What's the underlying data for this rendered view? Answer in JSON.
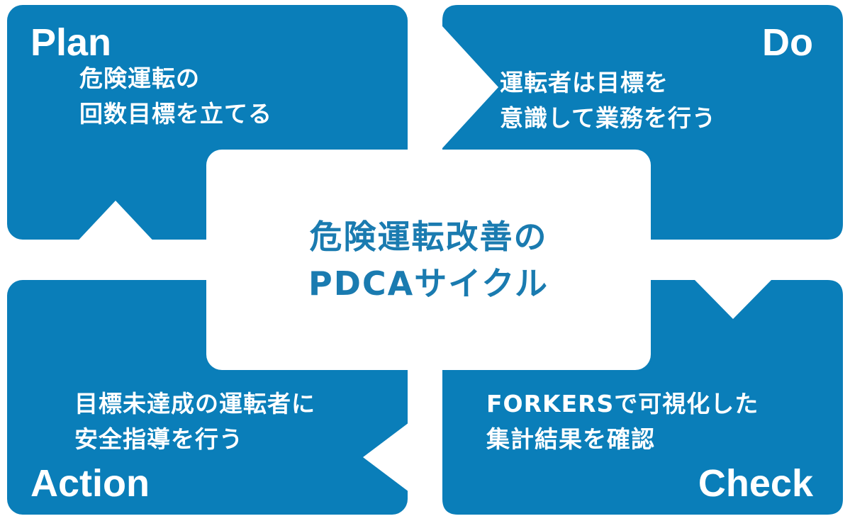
{
  "colors": {
    "quadrant": "#0a7eb9",
    "quadrant_text": "#ffffff",
    "center_fill": "#ffffff",
    "center_text": "#1a7bb0"
  },
  "plan": {
    "title": "Plan",
    "line1": "危険運転の",
    "line2": "回数目標を立てる"
  },
  "do": {
    "title": "Do",
    "line1": "運転者は目標を",
    "line2": "意識して業務を行う"
  },
  "check": {
    "title": "Check",
    "line1": "FORKERSで可視化した",
    "line2": "集計結果を確認"
  },
  "action": {
    "title": "Action",
    "line1": "目標未達成の運転者に",
    "line2": "安全指導を行う"
  },
  "center": {
    "line1": "危険運転改善の",
    "line2": "PDCAサイクル"
  }
}
